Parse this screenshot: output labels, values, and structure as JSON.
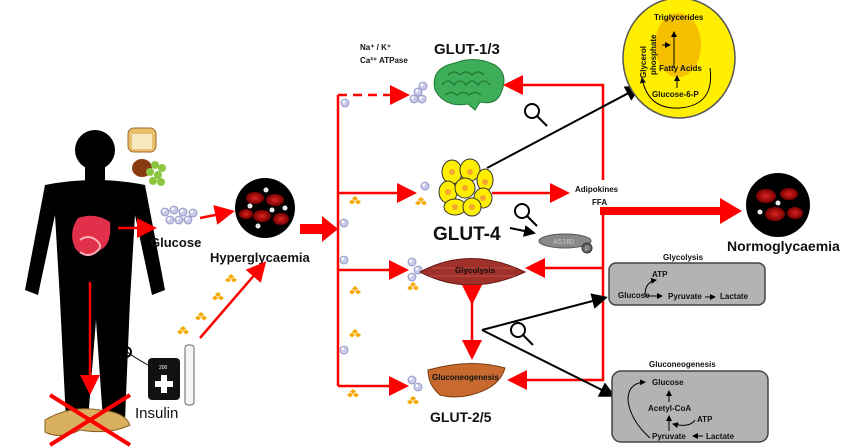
{
  "labels": {
    "glucose": "Glucose",
    "hyperglycaemia": "Hyperglycaemia",
    "insulin": "Insulin",
    "insulin_pump_display": "200",
    "ion_pumps_line1": "Na⁺ /  K⁺",
    "ion_pumps_line2": "Ca²⁺ ATPase",
    "glut13": "GLUT-1/3",
    "glut4": "GLUT-4",
    "glut25": "GLUT-2/5",
    "adipokines": "Adipokines",
    "ffa": "FFA",
    "as160": "AS160",
    "phospho": "P",
    "muscle": "Glycolysis",
    "liver": "Gluconeogenesis",
    "normoglycaemia": "Normoglycaemia"
  },
  "adipocyte_pathway": {
    "triglycerides": "Triglycerides",
    "glycerol_line1": "Glycerol",
    "glycerol_line2": "phosphate",
    "fatty_acids": "Fatty Acids",
    "glucose6p": "Glucose-6-P"
  },
  "glycolysis_box": {
    "title": "Glycolysis",
    "atp": "ATP",
    "glucose": "Glucose",
    "pyruvate": "Pyruvate",
    "lactate": "Lactate"
  },
  "gluconeogenesis_box": {
    "title": "Gluconeogenesis",
    "glucose": "Glucose",
    "acetylcoa": "Acetyl-CoA",
    "atp": "ATP",
    "pyruvate": "Pyruvate",
    "lactate": "Lactate"
  },
  "colors": {
    "arrow_red": "#ff0000",
    "blood_cell": "#b01818",
    "brain": "#3fae5a",
    "adipocyte": "#ffee00",
    "liver": "#c86a30",
    "muscle": "#a0302a",
    "box_grey": "#b3b3b3"
  }
}
